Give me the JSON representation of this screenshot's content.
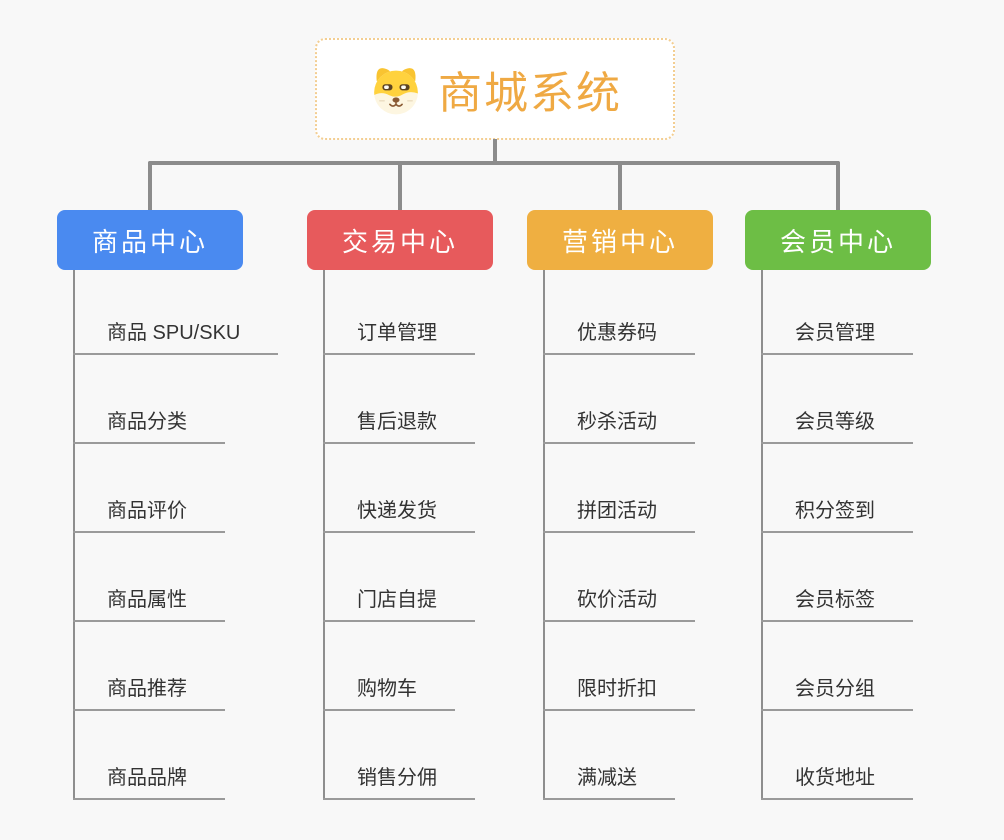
{
  "root": {
    "title": "商城系统",
    "icon": "dog-face-icon"
  },
  "colors": {
    "background": "#F8F8F8",
    "connector": "#8C8C8C",
    "branch_line": "#8E8E8E",
    "underline": "#9A9A9A",
    "item_text": "#333333",
    "root_title": "#EFA943",
    "root_border": "#F3CE92",
    "branch_text": "#FFFFFF"
  },
  "branches": [
    {
      "label": "商品中心",
      "color": "#4A8AF0",
      "items": [
        "商品 SPU/SKU",
        "商品分类",
        "商品评价",
        "商品属性",
        "商品推荐",
        "商品品牌"
      ]
    },
    {
      "label": "交易中心",
      "color": "#E75A5C",
      "items": [
        "订单管理",
        "售后退款",
        "快递发货",
        "门店自提",
        "购物车",
        "销售分佣"
      ]
    },
    {
      "label": "营销中心",
      "color": "#EFAF41",
      "items": [
        "优惠券码",
        "秒杀活动",
        "拼团活动",
        "砍价活动",
        "限时折扣",
        "满减送"
      ]
    },
    {
      "label": "会员中心",
      "color": "#6DBE45",
      "items": [
        "会员管理",
        "会员等级",
        "积分签到",
        "会员标签",
        "会员分组",
        "收货地址"
      ]
    }
  ]
}
